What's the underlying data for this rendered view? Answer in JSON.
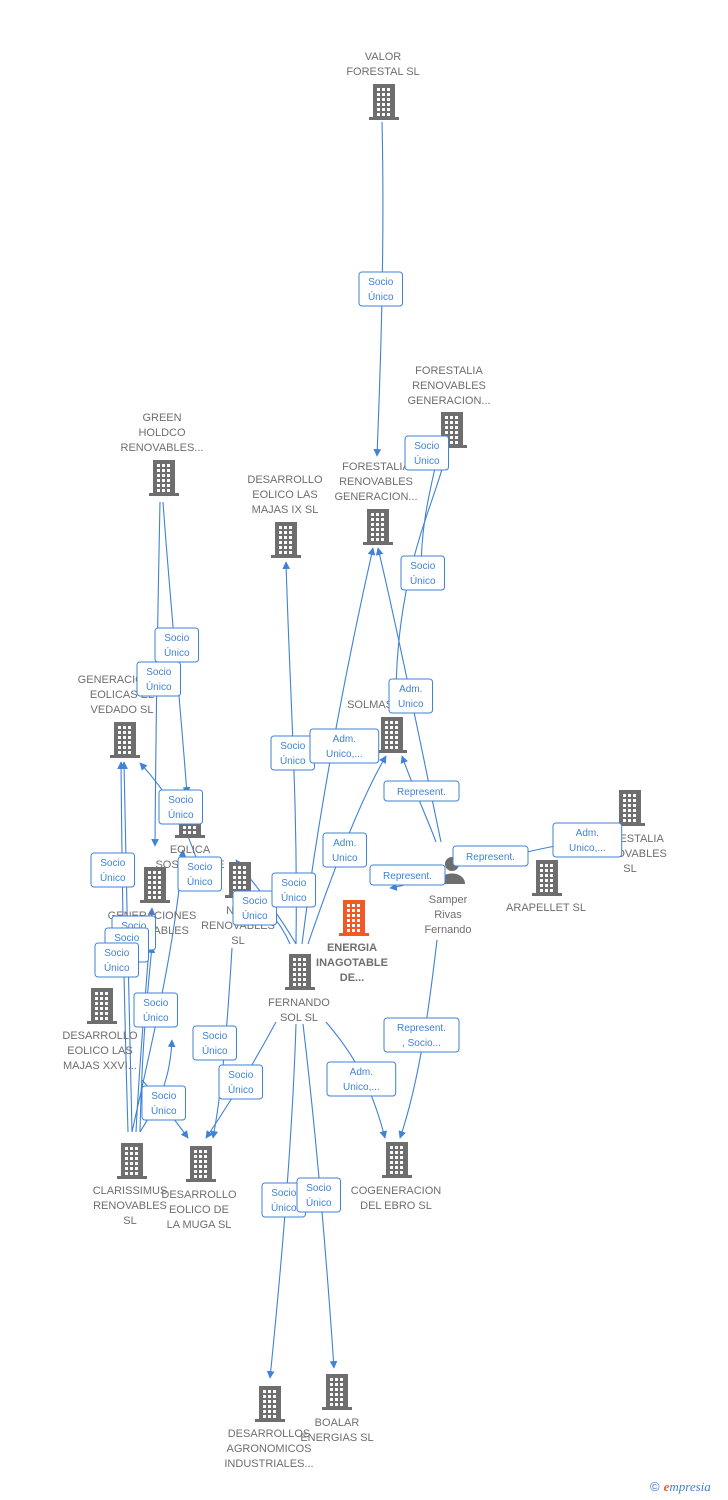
{
  "colors": {
    "edge": "#3f82d6",
    "company": "#6e6e6e",
    "focus": "#f15a24",
    "person": "#6e6e6e"
  },
  "nodes": [
    {
      "id": "valor",
      "type": "company",
      "icon": "building-icon",
      "label": [
        "VALOR",
        "FORESTAL SL"
      ]
    },
    {
      "id": "forestalia1",
      "type": "company",
      "icon": "building-icon",
      "label": [
        "FORESTALIA",
        "RENOVABLES",
        "GENERACION..."
      ]
    },
    {
      "id": "forestalia2",
      "type": "company",
      "icon": "building-icon",
      "label": [
        "FORESTALIA",
        "RENOVABLES",
        "GENERACION..."
      ]
    },
    {
      "id": "green",
      "type": "company",
      "icon": "building-icon",
      "label": [
        "GREEN",
        "HOLDCO",
        "RENOVABLES..."
      ]
    },
    {
      "id": "majas9",
      "type": "company",
      "icon": "building-icon",
      "label": [
        "DESARROLLO",
        "EOLICO LAS",
        "MAJAS IX  SL"
      ]
    },
    {
      "id": "vedado",
      "type": "company",
      "icon": "building-icon",
      "label": [
        "GENERACIONES",
        "EOLICAS EL",
        "VEDADO SL"
      ]
    },
    {
      "id": "solmas",
      "type": "company",
      "icon": "building-icon",
      "label": [
        "SOLMAS"
      ]
    },
    {
      "id": "eolica",
      "type": "company",
      "icon": "building-icon",
      "label": [
        "EOLICA",
        "SOSTENIBLE",
        "D..."
      ]
    },
    {
      "id": "neo",
      "type": "company",
      "icon": "building-icon",
      "label": [
        "NEO",
        "RENOVABLES",
        "SL"
      ]
    },
    {
      "id": "generaciones",
      "type": "company",
      "icon": "building-icon",
      "label": [
        "GENERACIONES",
        "RENOVABLES"
      ]
    },
    {
      "id": "forestalia3",
      "type": "company",
      "icon": "building-icon",
      "label": [
        "FORESTALIA",
        "RENOVABLES",
        "SL"
      ]
    },
    {
      "id": "arapellet",
      "type": "company",
      "icon": "building-icon",
      "label": [
        "ARAPELLET  SL"
      ]
    },
    {
      "id": "samper",
      "type": "person",
      "icon": "person-icon",
      "label": [
        "Samper",
        "Rivas",
        "Fernando"
      ]
    },
    {
      "id": "energia",
      "type": "focus",
      "icon": "building-icon",
      "label": [
        "ENERGIA",
        "INAGOTABLE",
        "DE..."
      ]
    },
    {
      "id": "fernando",
      "type": "company",
      "icon": "building-icon",
      "label": [
        "FERNANDO",
        "SOL SL"
      ]
    },
    {
      "id": "majasxxvi",
      "type": "company",
      "icon": "building-icon",
      "label": [
        "DESARROLLO",
        "EOLICO LAS",
        "MAJAS XXVI..."
      ]
    },
    {
      "id": "clarissimus",
      "type": "company",
      "icon": "building-icon",
      "label": [
        "CLARISSIMUS",
        "RENOVABLES",
        "SL"
      ]
    },
    {
      "id": "muga",
      "type": "company",
      "icon": "building-icon",
      "label": [
        "DESARROLLO",
        "EOLICO DE",
        "LA MUGA SL"
      ]
    },
    {
      "id": "cogeneracion",
      "type": "company",
      "icon": "building-icon",
      "label": [
        "COGENERACION",
        "DEL EBRO  SL"
      ]
    },
    {
      "id": "agronomicos",
      "type": "company",
      "icon": "building-icon",
      "label": [
        "DESARROLLOS",
        "AGRONOMICOS",
        "INDUSTRIALES..."
      ]
    },
    {
      "id": "boalar",
      "type": "company",
      "icon": "building-icon",
      "label": [
        "BOALAR",
        "ENERGIAS  SL"
      ]
    }
  ],
  "edges": [
    {
      "from": "valor",
      "to": "forestalia2",
      "label": [
        "Socio",
        "Único"
      ]
    },
    {
      "from": "forestalia1",
      "to": "forestalia2",
      "label": [
        "Socio",
        "Único"
      ]
    },
    {
      "from": "forestalia1",
      "to": "solmas",
      "label": [
        "Socio",
        "Único"
      ]
    },
    {
      "from": "green",
      "to": "eolica",
      "label": [
        "Socio",
        "Único"
      ]
    },
    {
      "from": "green",
      "to": "generaciones",
      "label": [
        "Socio",
        "Único"
      ]
    },
    {
      "from": "fernando",
      "to": "majas9",
      "label": [
        "Socio",
        "Único"
      ]
    },
    {
      "from": "fernando",
      "to": "forestalia2",
      "label": [
        "Adm.",
        "Unico,..."
      ]
    },
    {
      "from": "samper",
      "to": "solmas",
      "label": [
        "Adm.",
        "Unico"
      ]
    },
    {
      "from": "samper",
      "to": "solmas",
      "label": [
        "Represent."
      ]
    },
    {
      "from": "samper",
      "to": "arapellet",
      "label": [
        "Represent."
      ]
    },
    {
      "from": "samper",
      "to": "fernando",
      "label": [
        "Represent."
      ]
    },
    {
      "from": "samper",
      "to": "forestalia3",
      "label": [
        "Adm.",
        "Unico,..."
      ]
    },
    {
      "from": "fernando",
      "to": "solmas",
      "label": [
        "Adm.",
        "Unico"
      ]
    },
    {
      "from": "eolica",
      "to": "vedado",
      "label": [
        "Socio",
        "Único"
      ]
    },
    {
      "from": "fernando",
      "to": "neo",
      "label": [
        "Socio",
        "Único"
      ]
    },
    {
      "from": "clarissimus",
      "to": "vedado",
      "label": [
        "Socio",
        "Único"
      ]
    },
    {
      "from": "clarissimus",
      "to": "eolica",
      "label": [
        "Socio",
        "Único"
      ]
    },
    {
      "from": "clarissimus",
      "to": "generaciones",
      "label": [
        "Socio",
        "Único"
      ]
    },
    {
      "from": "clarissimus",
      "to": "vedado",
      "label": [
        "Socio",
        "Único"
      ]
    },
    {
      "from": "fernando",
      "to": "eolica",
      "label": [
        "Socio",
        "Único"
      ]
    },
    {
      "from": "clarissimus",
      "to": "generaciones",
      "label": [
        "Socio",
        "Único"
      ]
    },
    {
      "from": "clarissimus",
      "to": "majasxxvi",
      "label": [
        "Socio",
        "Único"
      ]
    },
    {
      "from": "neo",
      "to": "muga",
      "label": [
        "Socio",
        "Único"
      ]
    },
    {
      "from": "fernando",
      "to": "muga",
      "label": [
        "Socio",
        "Único"
      ]
    },
    {
      "from": "majasxxvi",
      "to": "muga",
      "label": [
        "Socio",
        "Único"
      ]
    },
    {
      "from": "samper",
      "to": "cogeneracion",
      "label": [
        "Represent.",
        ", Socio..."
      ]
    },
    {
      "from": "fernando",
      "to": "cogeneracion",
      "label": [
        "Adm.",
        "Unico,..."
      ]
    },
    {
      "from": "fernando",
      "to": "agronomicos",
      "label": [
        "Socio",
        "Único"
      ]
    },
    {
      "from": "fernando",
      "to": "boalar",
      "label": [
        "Socio",
        "Único"
      ]
    }
  ],
  "footer": {
    "copyright": "©",
    "brand_initial": "e",
    "brand_rest": "mpresia"
  }
}
